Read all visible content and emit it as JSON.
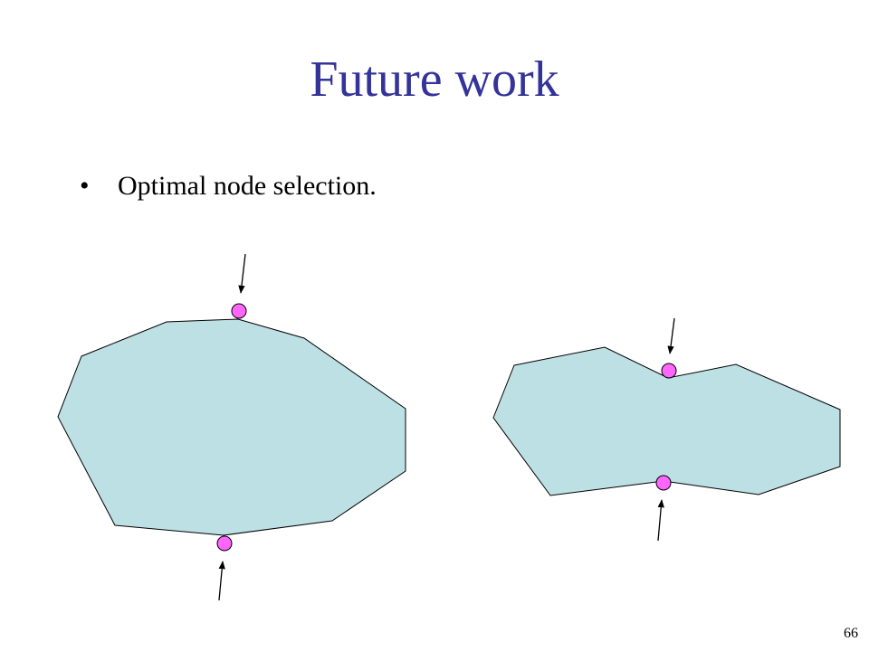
{
  "slide": {
    "title": "Future work",
    "bullets": [
      {
        "marker": "•",
        "text": "Optimal node selection."
      }
    ],
    "page_number": "66"
  },
  "colors": {
    "title": "#333399",
    "polygon_fill": "#bde0e4",
    "polygon_stroke": "#000000",
    "node_fill": "#ff66ff",
    "node_stroke": "#000000"
  }
}
